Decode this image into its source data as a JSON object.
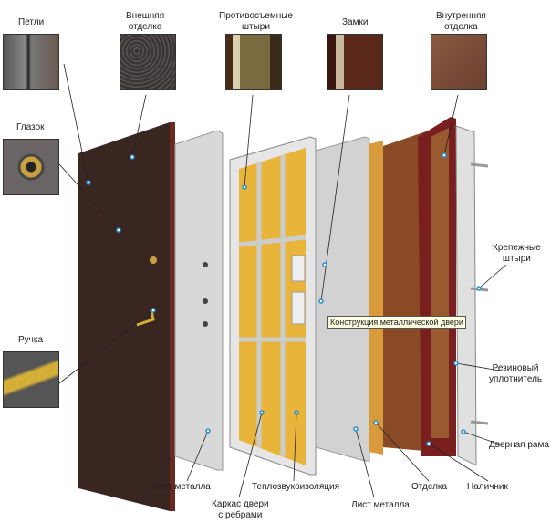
{
  "labels": {
    "hinges": "Петли",
    "outer_finish": [
      "Внешняя",
      "отделка"
    ],
    "anti_removal_pins": [
      "Противосъемные",
      "штыри"
    ],
    "locks": "Замки",
    "inner_finish": [
      "Внутренняя",
      "отделка"
    ],
    "peephole": "Глазок",
    "handle": "Ручка",
    "mounting_pins": [
      "Крепежные",
      "штыри"
    ],
    "rubber_seal": [
      "Резиновый",
      "уплотнитель"
    ],
    "door_frame": "Дверная рама",
    "metal_sheet_1": "Лист металла",
    "door_frame_ribs": [
      "Каркас двери",
      "с ребрами"
    ],
    "insulation": "Теплозвукоизоляция",
    "metal_sheet_2": "Лист металла",
    "finish": "Отделка",
    "casing": "Наличник"
  },
  "tooltip": "Конструкция металлической двери",
  "colors": {
    "door": "#3a2620",
    "metal": "#d6d6d6",
    "insulation": "#e8b43a",
    "wood": "#8a4a25",
    "casing": "#7a1f1f",
    "marker": "#2a8fd6"
  }
}
